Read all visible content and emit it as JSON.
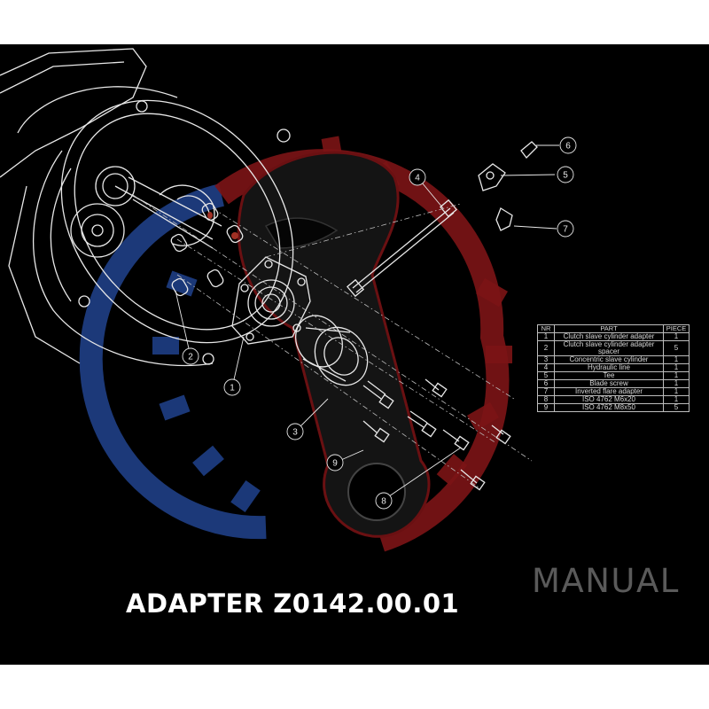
{
  "title": "ADAPTER Z0142.00.01",
  "watermark_text": "MANUAL",
  "colors": {
    "background": "#000000",
    "line": "#e8e8e8",
    "gear_blue": "#1f3f86",
    "gear_red": "#7c1416"
  },
  "callouts": [
    "1",
    "2",
    "3",
    "4",
    "5",
    "6",
    "7",
    "8",
    "9"
  ],
  "parts_table": {
    "headers": {
      "nr": "NR",
      "part": "PART",
      "piece": "PIECE"
    },
    "rows": [
      {
        "nr": "1",
        "part": "Clutch slave cylinder adapter",
        "piece": "1"
      },
      {
        "nr": "2",
        "part": "Clutch slave cylinder adapter spacer",
        "piece": "5"
      },
      {
        "nr": "3",
        "part": "Concentric slave cylinder",
        "piece": "1"
      },
      {
        "nr": "4",
        "part": "Hydraulic line",
        "piece": "1"
      },
      {
        "nr": "5",
        "part": "Tee",
        "piece": "1"
      },
      {
        "nr": "6",
        "part": "Blade screw",
        "piece": "1"
      },
      {
        "nr": "7",
        "part": "Inverted flare adapter",
        "piece": "1"
      },
      {
        "nr": "8",
        "part": "ISO 4762 M6x20",
        "piece": "1"
      },
      {
        "nr": "9",
        "part": "ISO 4762 M8x50",
        "piece": "5"
      }
    ]
  }
}
